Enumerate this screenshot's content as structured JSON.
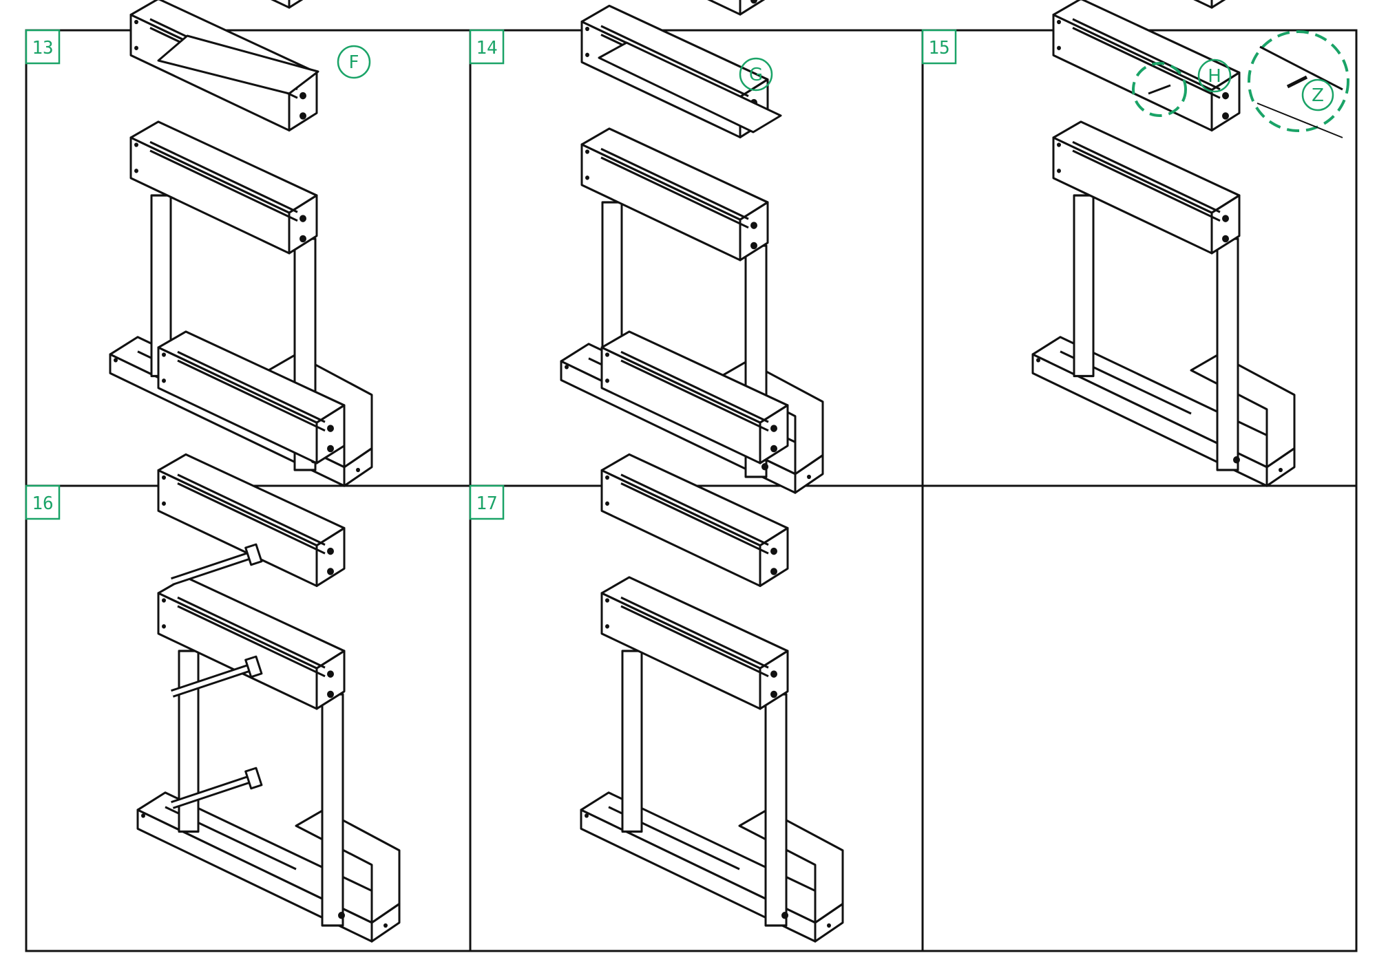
{
  "steps": [
    {
      "number": "13",
      "callouts": [
        "F"
      ]
    },
    {
      "number": "14",
      "callouts": [
        "G"
      ]
    },
    {
      "number": "15",
      "callouts": [
        "H",
        "Z"
      ]
    },
    {
      "number": "16",
      "callouts": []
    },
    {
      "number": "17",
      "callouts": []
    },
    {
      "number": "",
      "callouts": []
    }
  ],
  "colors": {
    "accent": "#1aa367",
    "line": "#111111",
    "background": "#ffffff"
  },
  "icons": [
    "wooden-planter-drawing",
    "hammer-icon",
    "screw-detail-icon"
  ]
}
